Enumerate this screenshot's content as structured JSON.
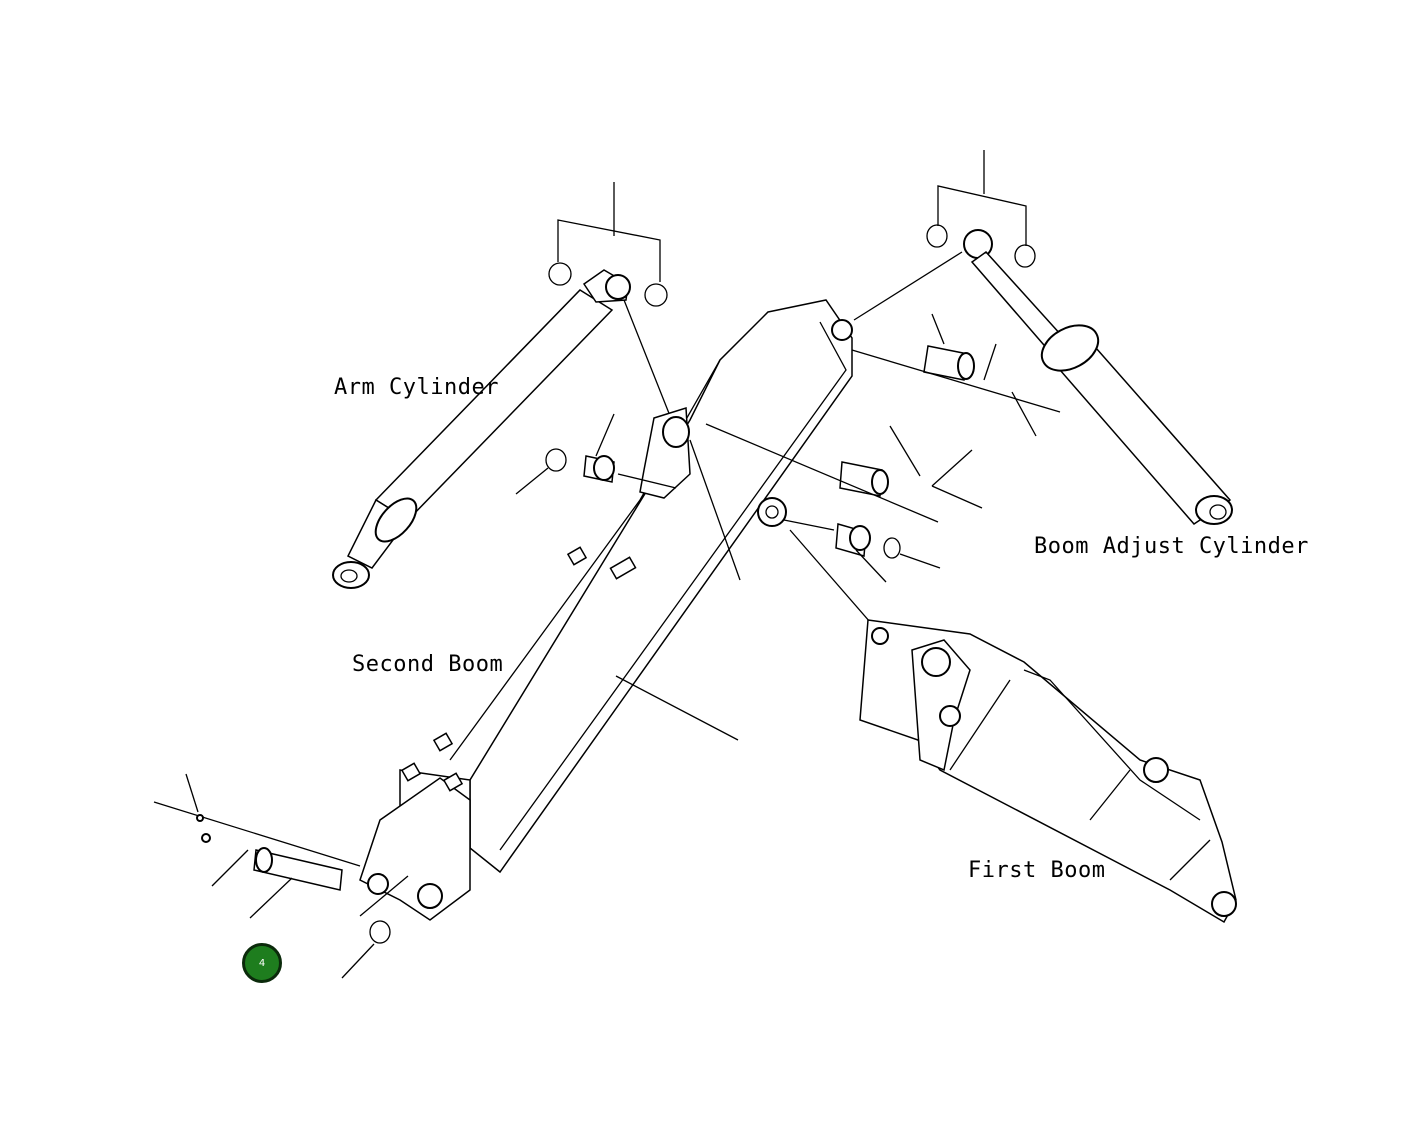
{
  "labels": {
    "arm_cylinder": "Arm Cylinder",
    "boom_adjust_cylinder": "Boom Adjust Cylinder",
    "second_boom": "Second Boom",
    "first_boom": "First Boom"
  },
  "callout": {
    "number": "4",
    "color": "#1e7d1e"
  },
  "colors": {
    "line": "#000000",
    "background": "#ffffff"
  }
}
